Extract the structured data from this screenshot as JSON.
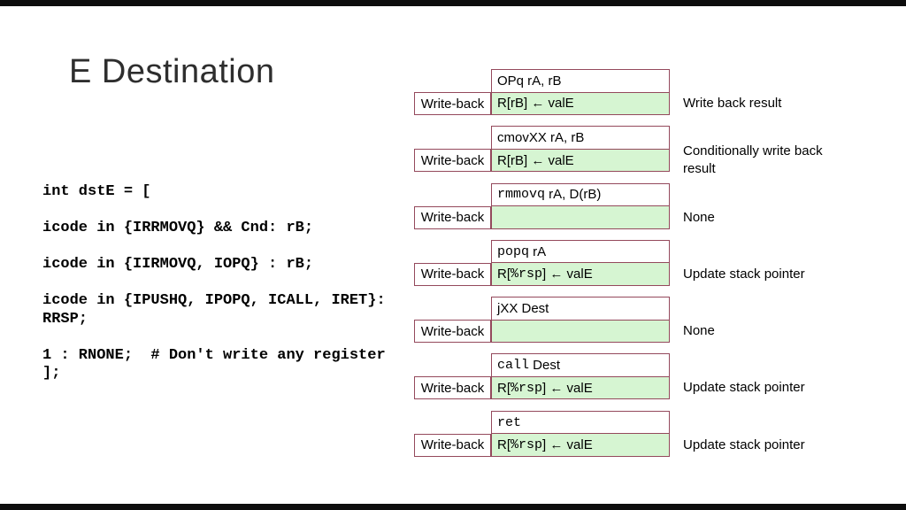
{
  "slide": {
    "title": "E Destination",
    "code_text": "int dstE = [\n\nicode in {IRRMOVQ} && Cnd: rB;\n\nicode in {IIRMOVQ, IOPQ} : rB;\n\nicode in {IPUSHQ, IPOPQ, ICALL, IRET}:\nRRSP;\n\n1 : RNONE;  # Don't write any register\n];"
  },
  "stage_label": "Write-back",
  "colors": {
    "box_border": "#94495c",
    "green_fill": "#d6f5d2",
    "letterbox": "#0d0d0d"
  },
  "rows": [
    {
      "instruction": [
        {
          "t": "OPq rA, rB",
          "mono": false
        }
      ],
      "action": [
        {
          "t": "R[rB] ← valE",
          "mono": false
        }
      ],
      "note": "Write back result"
    },
    {
      "instruction": [
        {
          "t": "cmovXX rA, rB",
          "mono": false
        }
      ],
      "action": [
        {
          "t": "R[rB] ← valE",
          "mono": false
        }
      ],
      "note": "Conditionally write back result"
    },
    {
      "instruction": [
        {
          "t": "rmmovq",
          "mono": true
        },
        {
          "t": " rA, D(rB)",
          "mono": false
        }
      ],
      "action": [],
      "note": "None"
    },
    {
      "instruction": [
        {
          "t": "popq",
          "mono": true
        },
        {
          "t": " rA",
          "mono": false
        }
      ],
      "action": [
        {
          "t": "R[",
          "mono": false
        },
        {
          "t": "%rsp",
          "mono": true
        },
        {
          "t": "] ← valE",
          "mono": false
        }
      ],
      "note": "Update stack pointer"
    },
    {
      "instruction": [
        {
          "t": "jXX Dest",
          "mono": false
        }
      ],
      "action": [],
      "note": "None"
    },
    {
      "instruction": [
        {
          "t": "call",
          "mono": true
        },
        {
          "t": " Dest",
          "mono": false
        }
      ],
      "action": [
        {
          "t": "R[",
          "mono": false
        },
        {
          "t": "%rsp",
          "mono": true
        },
        {
          "t": "] ← valE",
          "mono": false
        }
      ],
      "note": "Update stack pointer"
    },
    {
      "instruction": [
        {
          "t": "ret",
          "mono": true
        }
      ],
      "action": [
        {
          "t": "R[",
          "mono": false
        },
        {
          "t": "%rsp",
          "mono": true
        },
        {
          "t": "] ← valE",
          "mono": false
        }
      ],
      "note": "Update stack pointer"
    }
  ]
}
